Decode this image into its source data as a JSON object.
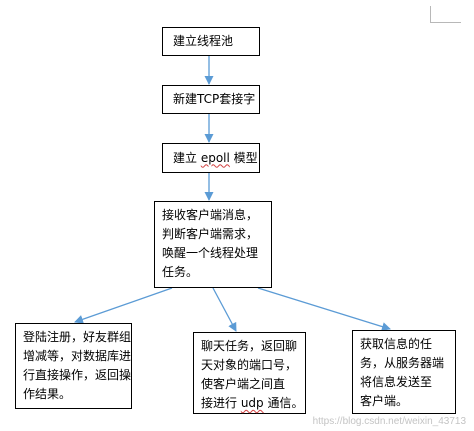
{
  "nodes": {
    "create_pool": "建立线程池",
    "new_tcp_prefix": "新建",
    "new_tcp_code": "TCP",
    "new_tcp_suffix": "套接字",
    "epoll_prefix": "建立 ",
    "epoll_code": "epoll",
    "epoll_suffix": " 模型",
    "dispatch_lines": [
      "接收客户端消息，",
      "判断客户端需求，",
      "唤醒一个线程处理",
      "任务。"
    ],
    "login_lines": [
      "登陆注册，好友群组",
      "增减等，对数据库进",
      "行直接操作，返回操",
      "作结果。"
    ],
    "chat_line1": "聊天任务，返回聊",
    "chat_line2": "天对象的端口号，",
    "chat_line3": "使客户端之间直",
    "chat_line4_prefix": "接进行 ",
    "chat_line4_code": "udp",
    "chat_line4_suffix": " 通信。",
    "file_lines": [
      "获取信息的任",
      "务，从服务器端",
      "将信息发送至",
      "客户端。"
    ]
  },
  "colors": {
    "arrow": "#5b9bd5",
    "box_border": "#000000",
    "spell_squiggle": "#d04040"
  },
  "watermark": "https://blog.csdn.net/weixin_43713"
}
